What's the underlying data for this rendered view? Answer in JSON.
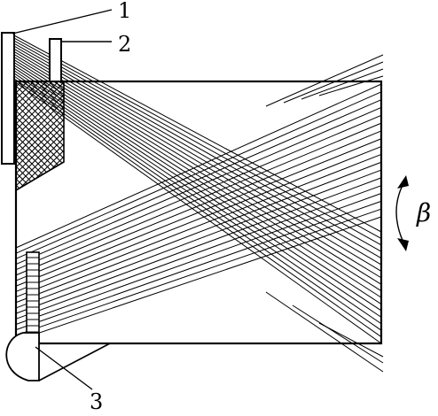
{
  "labels": {
    "part1": "1",
    "part2": "2",
    "part3": "3",
    "angle": "β"
  },
  "colors": {
    "stroke": "#000000",
    "background": "#ffffff"
  },
  "counts": {
    "descending_lines": 18,
    "ascending_lines": 18
  }
}
